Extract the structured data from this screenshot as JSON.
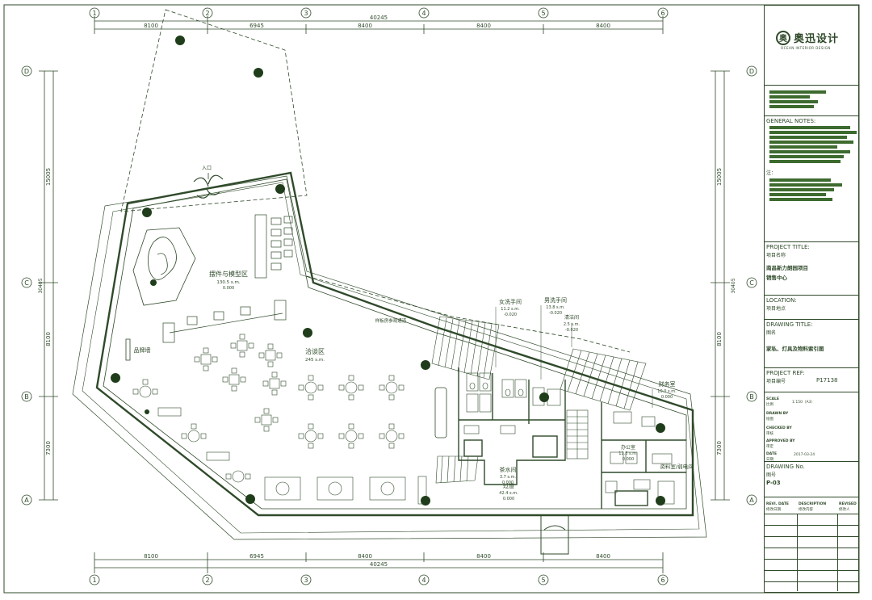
{
  "grid": {
    "columns": [
      "1",
      "2",
      "3",
      "4",
      "5",
      "6"
    ],
    "rows": [
      "D",
      "C",
      "B",
      "A"
    ],
    "top_dims": [
      "8100",
      "6945",
      "8400",
      "8400",
      "8400"
    ],
    "top_total": "40245",
    "bottom_dims": [
      "8100",
      "6945",
      "8400",
      "8400",
      "8400"
    ],
    "bottom_total": "40245",
    "left_dims": [
      "15005",
      "8100",
      "7300"
    ],
    "left_total": "30405",
    "right_dims": [
      "15005",
      "8100",
      "7300"
    ],
    "right_total": "30405"
  },
  "rooms": {
    "entrance": "入口",
    "display": {
      "name": "摆件与模型区",
      "area": "130.5 s.m.",
      "level": "0.000"
    },
    "brand_wall": "品牌墙",
    "negotiation": {
      "name": "洽谈区",
      "area": "245 s.m."
    },
    "womens_wash": {
      "name": "女洗手间",
      "area": "11.2 s.m.",
      "level": "-0.020"
    },
    "mens_wash": {
      "name": "男洗手间",
      "area": "13.8 s.m.",
      "level": "-0.020"
    },
    "cleaning": {
      "name": "清洁间",
      "area": "2.5 s.m.",
      "level": "-0.020"
    },
    "service": {
      "name": "财务室",
      "area": "10.0 s.m.",
      "level": "0.000"
    },
    "tea": {
      "name": "茶水间",
      "area": "3.7 s.m.",
      "level": "0.000"
    },
    "corridor": {
      "name": "过道",
      "area": "42.4 s.m.",
      "level": "0.000"
    },
    "office": {
      "name": "办公室",
      "area": "12.3 s.m.",
      "level": "0.000"
    },
    "storage": {
      "name": "资料室/弱电间"
    },
    "landscape_path": "样板房参观通道"
  },
  "title_block": {
    "logo_char": "奥",
    "logo_cn": "奥迅设计",
    "logo_en": "OCEAN INTERIOR DESIGN",
    "general_notes": "GENERAL NOTES:",
    "notes_cn": "注：",
    "project_title_label": "PROJECT TITLE:",
    "project_title_cn_label": "项目名称",
    "project_title_value_1": "南昌新力朗园项目",
    "project_title_value_2": "销售中心",
    "location_label": "LOCATION:",
    "location_cn_label": "项目地点",
    "drawing_title_label": "DRAWING TITLE:",
    "drawing_title_cn_label": "图名",
    "drawing_title_value": "家私、灯具及物料索引图",
    "project_ref_label": "PROJECT REF:",
    "project_ref_cn_label": "项目编号",
    "project_ref_value": "P17138",
    "scale_label": "SCALE",
    "scale_cn_label": "比例",
    "scale_value": "1:150（A3）",
    "drawn_label": "DRAWN BY",
    "drawn_cn_label": "绘图",
    "checked_label": "CHECKED BY",
    "checked_cn_label": "审核",
    "approved_label": "APPROVED BY",
    "approved_cn_label": "审定",
    "date_label": "DATE",
    "date_cn_label": "日期",
    "date_value": "2017-03-24",
    "drawing_no_label": "DRAWING No.",
    "drawing_no_cn_label": "图号",
    "drawing_no_value": "P-03",
    "rev_date_label": "REVI. DATE",
    "rev_date_cn_label": "修改日期",
    "description_label": "DESCRIPTION",
    "description_cn_label": "修改内容",
    "revised_label": "REVISED",
    "revised_cn_label": "修改人"
  },
  "colors": {
    "line": "#2f4a2a",
    "tree": "#1f3d1a",
    "redaction": "#3d6b2f"
  }
}
